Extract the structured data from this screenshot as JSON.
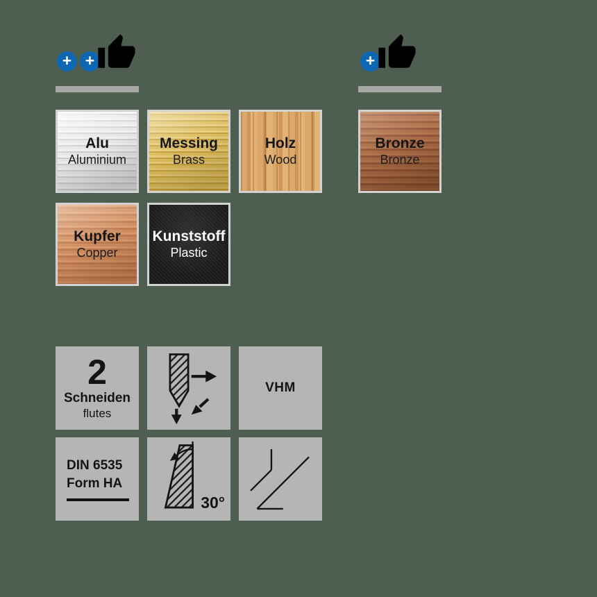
{
  "panel": {
    "background": "#4e5e51"
  },
  "colors": {
    "accent_blue": "#0e67b2",
    "divider_gray": "#a6a6a6",
    "tile_gray": "#b5b5b5",
    "text_dark": "#161616"
  },
  "icons": {
    "plus": "+"
  },
  "ratings": {
    "left_plus_count": 2,
    "right_plus_count": 1
  },
  "materials": [
    {
      "title": "Alu",
      "subtitle": "Aluminium"
    },
    {
      "title": "Messing",
      "subtitle": "Brass"
    },
    {
      "title": "Holz",
      "subtitle": "Wood"
    },
    {
      "title": "Bronze",
      "subtitle": "Bronze"
    },
    {
      "title": "Kupfer",
      "subtitle": "Copper"
    },
    {
      "title": "Kunststoff",
      "subtitle": "Plastic"
    }
  ],
  "specs": {
    "flutes_number": "2",
    "flutes_label_primary": "Schneiden",
    "flutes_label_secondary": "flutes",
    "material_code": "VHM",
    "shank_standard": "DIN 6535",
    "shank_form": "Form HA",
    "helix_angle": "30°"
  }
}
